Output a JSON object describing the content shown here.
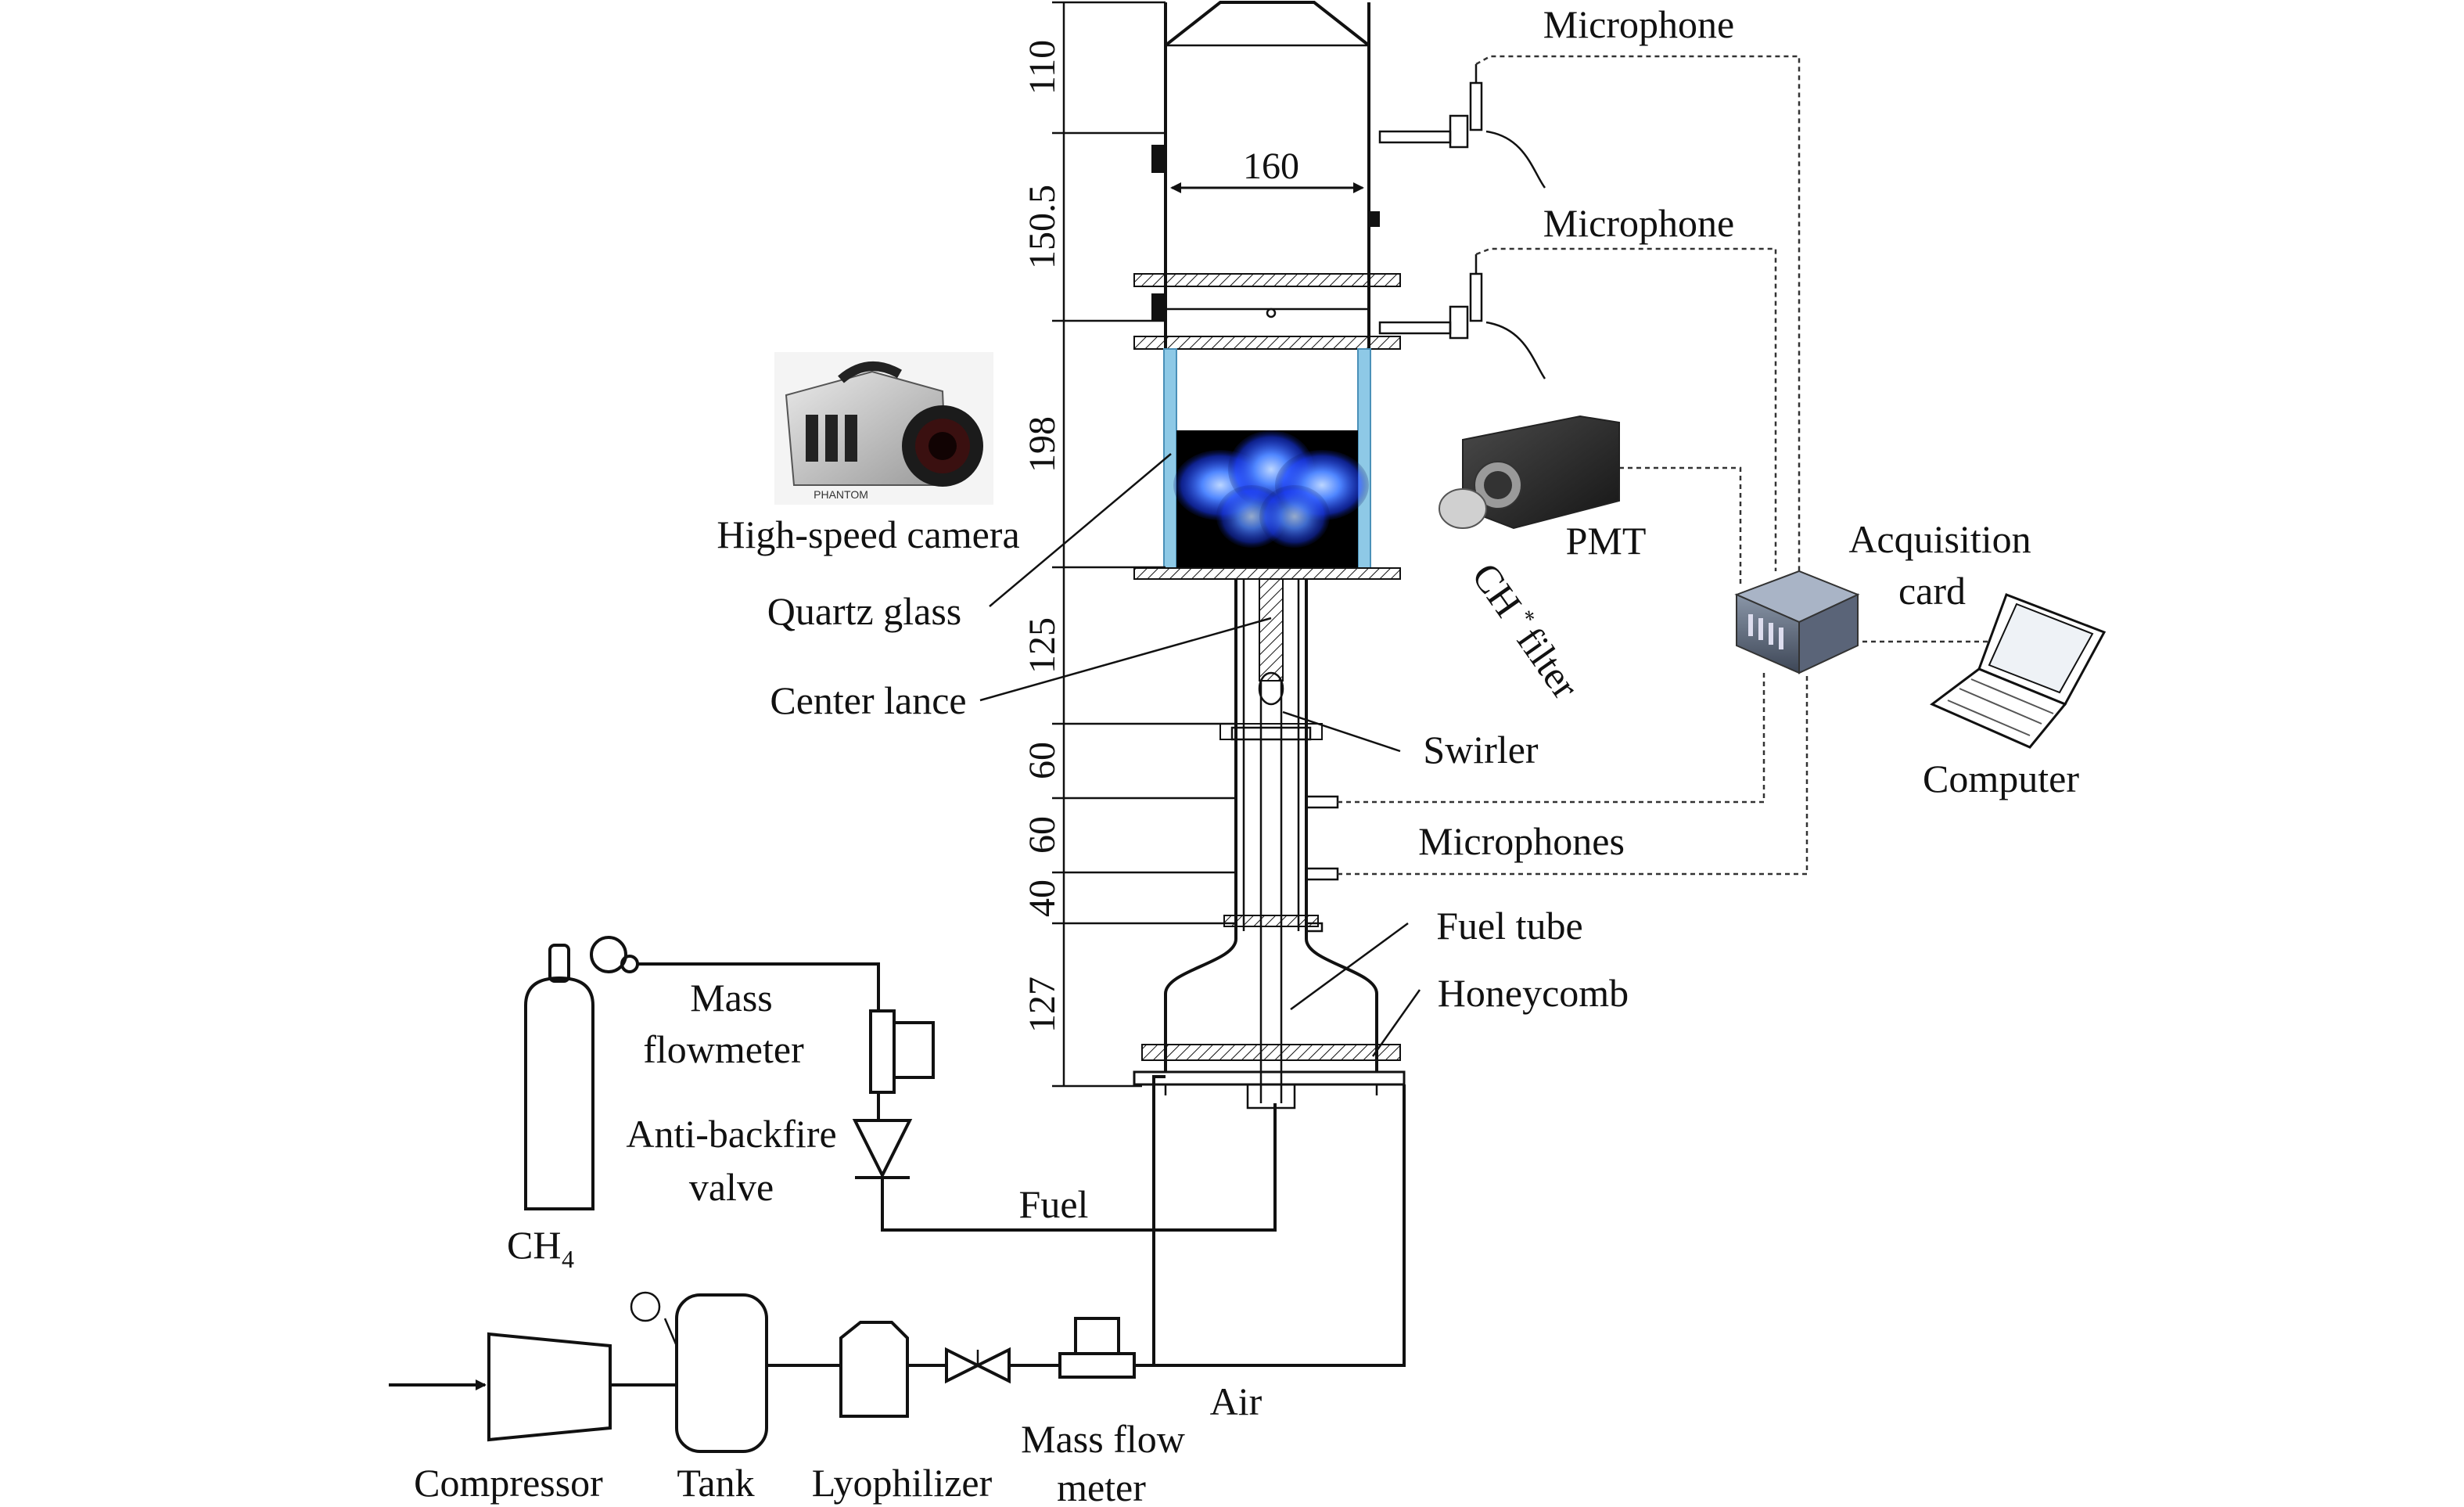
{
  "labels": {
    "mic_top": "Microphone",
    "mic_mid": "Microphone",
    "microphones": "Microphones",
    "high_speed_camera": "High-speed camera",
    "quartz_glass": "Quartz glass",
    "center_lance": "Center lance",
    "swirler": "Swirler",
    "fuel_tube": "Fuel tube",
    "honeycomb": "Honeycomb",
    "pmt": "PMT",
    "ch_filter": "CH",
    "ch_filter_sup": "*",
    "ch_filter_tail": "filter",
    "acq_line1": "Acquisition",
    "acq_line2": "card",
    "computer": "Computer",
    "mass_flowmeter_line1": "Mass",
    "mass_flowmeter_line2": "flowmeter",
    "anti_backfire_line1": "Anti-backfire",
    "anti_backfire_line2": "valve",
    "ch4": "CH",
    "ch4_sub": "4",
    "fuel": "Fuel",
    "air": "Air",
    "compressor": "Compressor",
    "tank": "Tank",
    "lyophilizer": "Lyophilizer",
    "mass_flow_meter_line1": "Mass flow",
    "mass_flow_meter_line2": "meter",
    "camera_brand": "PHANTOM"
  },
  "dimensions": {
    "d110": "110",
    "d150": "150.5",
    "d198": "198",
    "d125": "125",
    "d60a": "60",
    "d60b": "60",
    "d40": "40",
    "d127": "127",
    "d160": "160"
  },
  "colors": {
    "line": "#111111",
    "flame_core": "#4f86ff",
    "flame_glow": "#1a3cff",
    "window_bg": "#000000",
    "quartz": "#8ec9e6"
  }
}
